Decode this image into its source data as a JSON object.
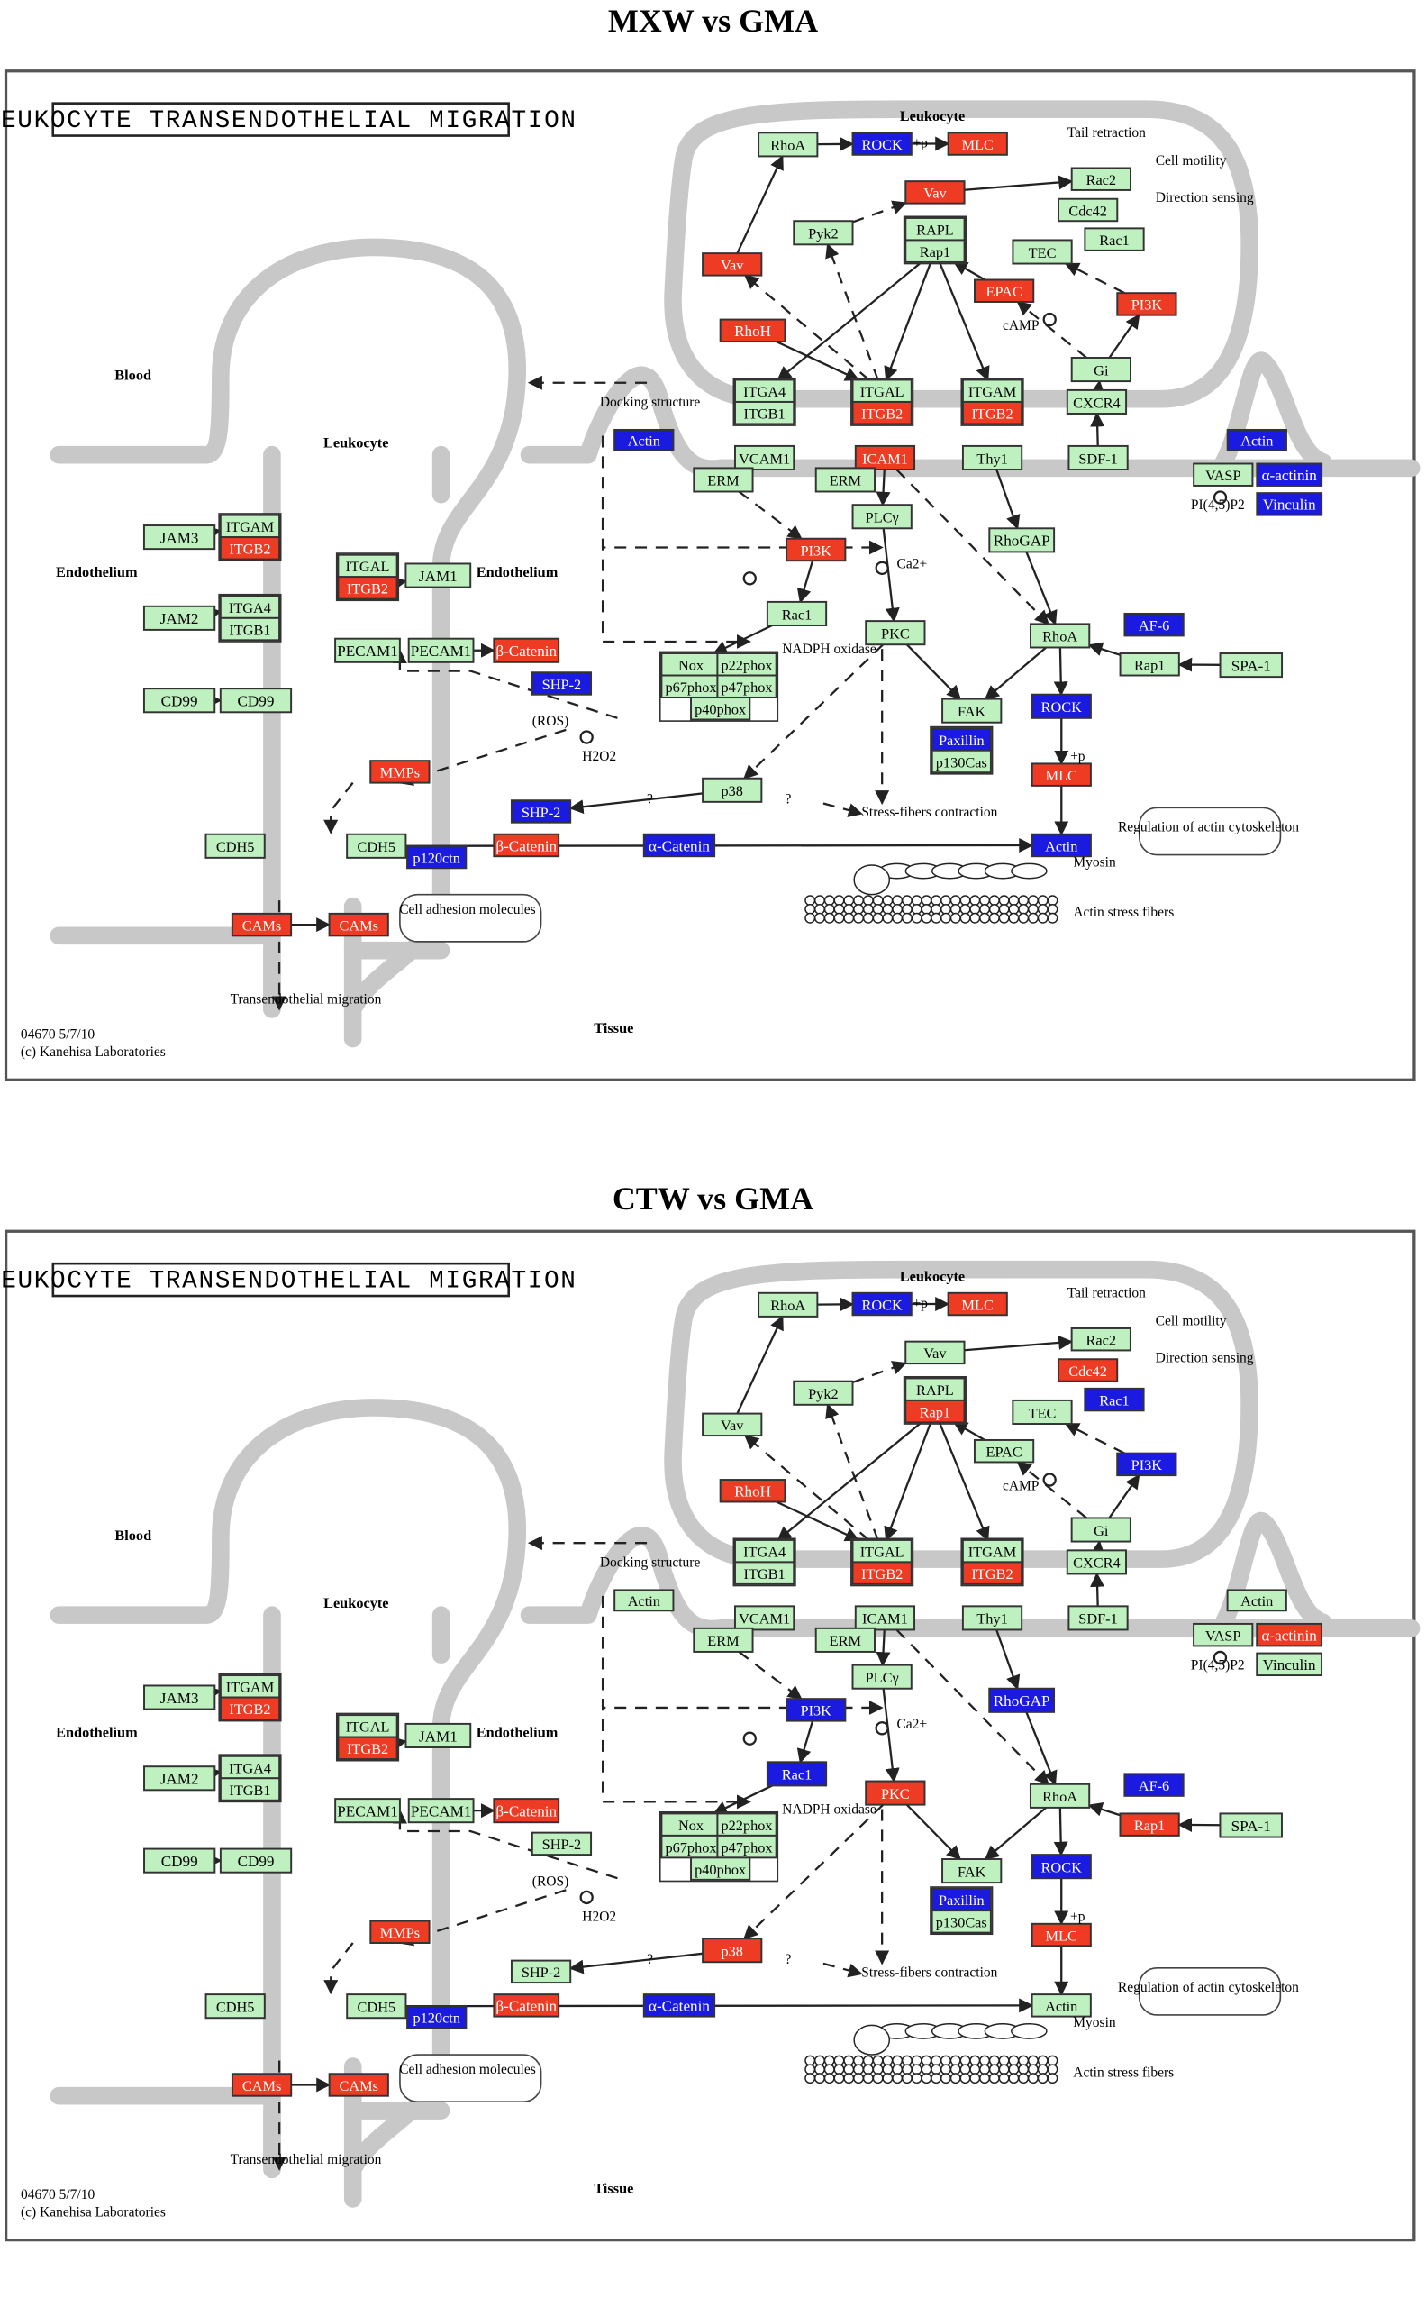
{
  "panels": [
    {
      "title": "MXW vs GMA",
      "map_title": "LEUKOCYTE TRANSENDOTHELIAL MIGRATION",
      "colors": {
        "JAM3": "g",
        "ITGAM_a": "g",
        "ITGB2_a": "r",
        "JAM2": "g",
        "ITGA4_a": "g",
        "ITGB1_a": "g",
        "CD99_a": "g",
        "CD99_b": "g",
        "ITGAL_a": "g",
        "ITGB2_b": "r",
        "JAM1": "g",
        "PECAM1_a": "g",
        "PECAM1_b": "g",
        "bCatenin_a": "r",
        "SHP2_a": "b",
        "MMPs": "r",
        "SHP2_b": "b",
        "CDH5_a": "g",
        "CDH5_b": "g",
        "p120ctn": "b",
        "bCatenin_b": "r",
        "aCatenin": "b",
        "CAMs_a": "r",
        "CAMs_b": "r",
        "RhoA_top": "g",
        "ROCK_top": "b",
        "MLC_top": "r",
        "Vav_top": "r",
        "Rac2": "g",
        "Cdc42": "g",
        "Rac1_top": "g",
        "Pyk2": "g",
        "RAPL": "g",
        "Rap1_top": "g",
        "TEC": "g",
        "Vav_left": "r",
        "EPAC": "r",
        "PI3K_top": "r",
        "RhoH": "r",
        "Gi": "g",
        "ITGA4_c": "g",
        "ITGB1_c": "g",
        "ITGAL_c": "g",
        "ITGB2_c": "r",
        "ITGAM_c": "g",
        "ITGB2_d": "r",
        "CXCR4": "g",
        "Actin_dock": "b",
        "VCAM1": "g",
        "ICAM1": "r",
        "Thy1": "g",
        "SDF1": "g",
        "ERM_a": "g",
        "ERM_b": "g",
        "PLCy": "g",
        "PI3K_mid": "r",
        "RhoGAP": "g",
        "Rac1_mid": "g",
        "PKC": "g",
        "RhoA_mid": "g",
        "AF6": "b",
        "Rap1_mid": "g",
        "SPA1": "g",
        "Nox": "g",
        "p22phox": "g",
        "p67phox": "g",
        "p47phox": "g",
        "p40phox": "g",
        "FAK": "g",
        "Paxillin": "b",
        "p130Cas": "g",
        "ROCK_mid": "b",
        "MLC_mid": "r",
        "p38": "g",
        "Actin_bot": "b",
        "VASP": "g",
        "aActinin": "b",
        "Vinculin": "b",
        "Actin_right": "b"
      }
    },
    {
      "title": "CTW vs GMA",
      "map_title": "LEUKOCYTE TRANSENDOTHELIAL MIGRATION",
      "colors": {
        "JAM3": "g",
        "ITGAM_a": "g",
        "ITGB2_a": "r",
        "JAM2": "g",
        "ITGA4_a": "g",
        "ITGB1_a": "g",
        "CD99_a": "g",
        "CD99_b": "g",
        "ITGAL_a": "g",
        "ITGB2_b": "r",
        "JAM1": "g",
        "PECAM1_a": "g",
        "PECAM1_b": "g",
        "bCatenin_a": "r",
        "SHP2_a": "g",
        "MMPs": "r",
        "SHP2_b": "g",
        "CDH5_a": "g",
        "CDH5_b": "g",
        "p120ctn": "b",
        "bCatenin_b": "r",
        "aCatenin": "b",
        "CAMs_a": "r",
        "CAMs_b": "r",
        "RhoA_top": "g",
        "ROCK_top": "b",
        "MLC_top": "r",
        "Vav_top": "g",
        "Rac2": "g",
        "Cdc42": "r",
        "Rac1_top": "b",
        "Pyk2": "g",
        "RAPL": "g",
        "Rap1_top": "r",
        "TEC": "g",
        "Vav_left": "g",
        "EPAC": "g",
        "PI3K_top": "b",
        "RhoH": "r",
        "Gi": "g",
        "ITGA4_c": "g",
        "ITGB1_c": "g",
        "ITGAL_c": "g",
        "ITGB2_c": "r",
        "ITGAM_c": "g",
        "ITGB2_d": "r",
        "CXCR4": "g",
        "Actin_dock": "g",
        "VCAM1": "g",
        "ICAM1": "g",
        "Thy1": "g",
        "SDF1": "g",
        "ERM_a": "g",
        "ERM_b": "g",
        "PLCy": "g",
        "PI3K_mid": "b",
        "RhoGAP": "b",
        "Rac1_mid": "b",
        "PKC": "r",
        "RhoA_mid": "g",
        "AF6": "b",
        "Rap1_mid": "r",
        "SPA1": "g",
        "Nox": "g",
        "p22phox": "g",
        "p67phox": "g",
        "p47phox": "g",
        "p40phox": "g",
        "FAK": "g",
        "Paxillin": "b",
        "p130Cas": "g",
        "ROCK_mid": "b",
        "MLC_mid": "r",
        "p38": "r",
        "Actin_bot": "g",
        "VASP": "g",
        "aActinin": "r",
        "Vinculin": "g",
        "Actin_right": "g"
      }
    }
  ],
  "node_labels": {
    "JAM3": "JAM3",
    "ITGAM_a": "ITGAM",
    "ITGB2_a": "ITGB2",
    "JAM2": "JAM2",
    "ITGA4_a": "ITGA4",
    "ITGB1_a": "ITGB1",
    "CD99_a": "CD99",
    "CD99_b": "CD99",
    "ITGAL_a": "ITGAL",
    "ITGB2_b": "ITGB2",
    "JAM1": "JAM1",
    "PECAM1_a": "PECAM1",
    "PECAM1_b": "PECAM1",
    "bCatenin_a": "β-Catenin",
    "SHP2_a": "SHP-2",
    "MMPs": "MMPs",
    "SHP2_b": "SHP-2",
    "CDH5_a": "CDH5",
    "CDH5_b": "CDH5",
    "p120ctn": "p120ctn",
    "bCatenin_b": "β-Catenin",
    "aCatenin": "α-Catenin",
    "CAMs_a": "CAMs",
    "CAMs_b": "CAMs",
    "RhoA_top": "RhoA",
    "ROCK_top": "ROCK",
    "MLC_top": "MLC",
    "Vav_top": "Vav",
    "Rac2": "Rac2",
    "Cdc42": "Cdc42",
    "Rac1_top": "Rac1",
    "Pyk2": "Pyk2",
    "RAPL": "RAPL",
    "Rap1_top": "Rap1",
    "TEC": "TEC",
    "Vav_left": "Vav",
    "EPAC": "EPAC",
    "PI3K_top": "PI3K",
    "RhoH": "RhoH",
    "Gi": "Gi",
    "ITGA4_c": "ITGA4",
    "ITGB1_c": "ITGB1",
    "ITGAL_c": "ITGAL",
    "ITGB2_c": "ITGB2",
    "ITGAM_c": "ITGAM",
    "ITGB2_d": "ITGB2",
    "CXCR4": "CXCR4",
    "Actin_dock": "Actin",
    "VCAM1": "VCAM1",
    "ICAM1": "ICAM1",
    "Thy1": "Thy1",
    "SDF1": "SDF-1",
    "ERM_a": "ERM",
    "ERM_b": "ERM",
    "PLCy": "PLCγ",
    "PI3K_mid": "PI3K",
    "RhoGAP": "RhoGAP",
    "Rac1_mid": "Rac1",
    "PKC": "PKC",
    "RhoA_mid": "RhoA",
    "AF6": "AF-6",
    "Rap1_mid": "Rap1",
    "SPA1": "SPA-1",
    "Nox": "Nox",
    "p22phox": "p22phox",
    "p67phox": "p67phox",
    "p47phox": "p47phox",
    "p40phox": "p40phox",
    "FAK": "FAK",
    "Paxillin": "Paxillin",
    "p130Cas": "p130Cas",
    "ROCK_mid": "ROCK",
    "MLC_mid": "MLC",
    "p38": "p38",
    "Actin_bot": "Actin",
    "VASP": "VASP",
    "aActinin": "α-actinin",
    "Vinculin": "Vinculin",
    "Actin_right": "Actin"
  },
  "labels": {
    "blood": "Blood",
    "leukocyte_left": "Leukocyte",
    "leukocyte_top": "Leukocyte",
    "endothelium_left": "Endothelium",
    "endothelium_mid": "Endothelium",
    "tissue": "Tissue",
    "tail_retraction": "Tail retraction",
    "cell_motility": "Cell motility",
    "direction_sensing": "Direction sensing",
    "camp": "cAMP",
    "docking_structure": "Docking structure",
    "ca2": "Ca2+",
    "nadph_oxidase": "NADPH oxidase",
    "ros": "(ROS)",
    "h2o2": "H2O2",
    "stress_fibers": "Stress-fibers contraction",
    "regulation": "Regulation of actin cytoskeleton",
    "myosin": "Myosin",
    "actin_stress_fibers": "Actin stress fibers",
    "cell_adhesion": "Cell adhesion molecules",
    "transendothelial": "Transendothelial migration",
    "pip2": "PI(4,5)P2",
    "plus_p": "+p",
    "question": "?",
    "footer_id": "04670 5/7/10",
    "footer_lab": "(c) Kanehisa Laboratories"
  },
  "palette": {
    "g": "#bff0bf",
    "r": "#ee3b24",
    "b": "#1a1ae0"
  }
}
